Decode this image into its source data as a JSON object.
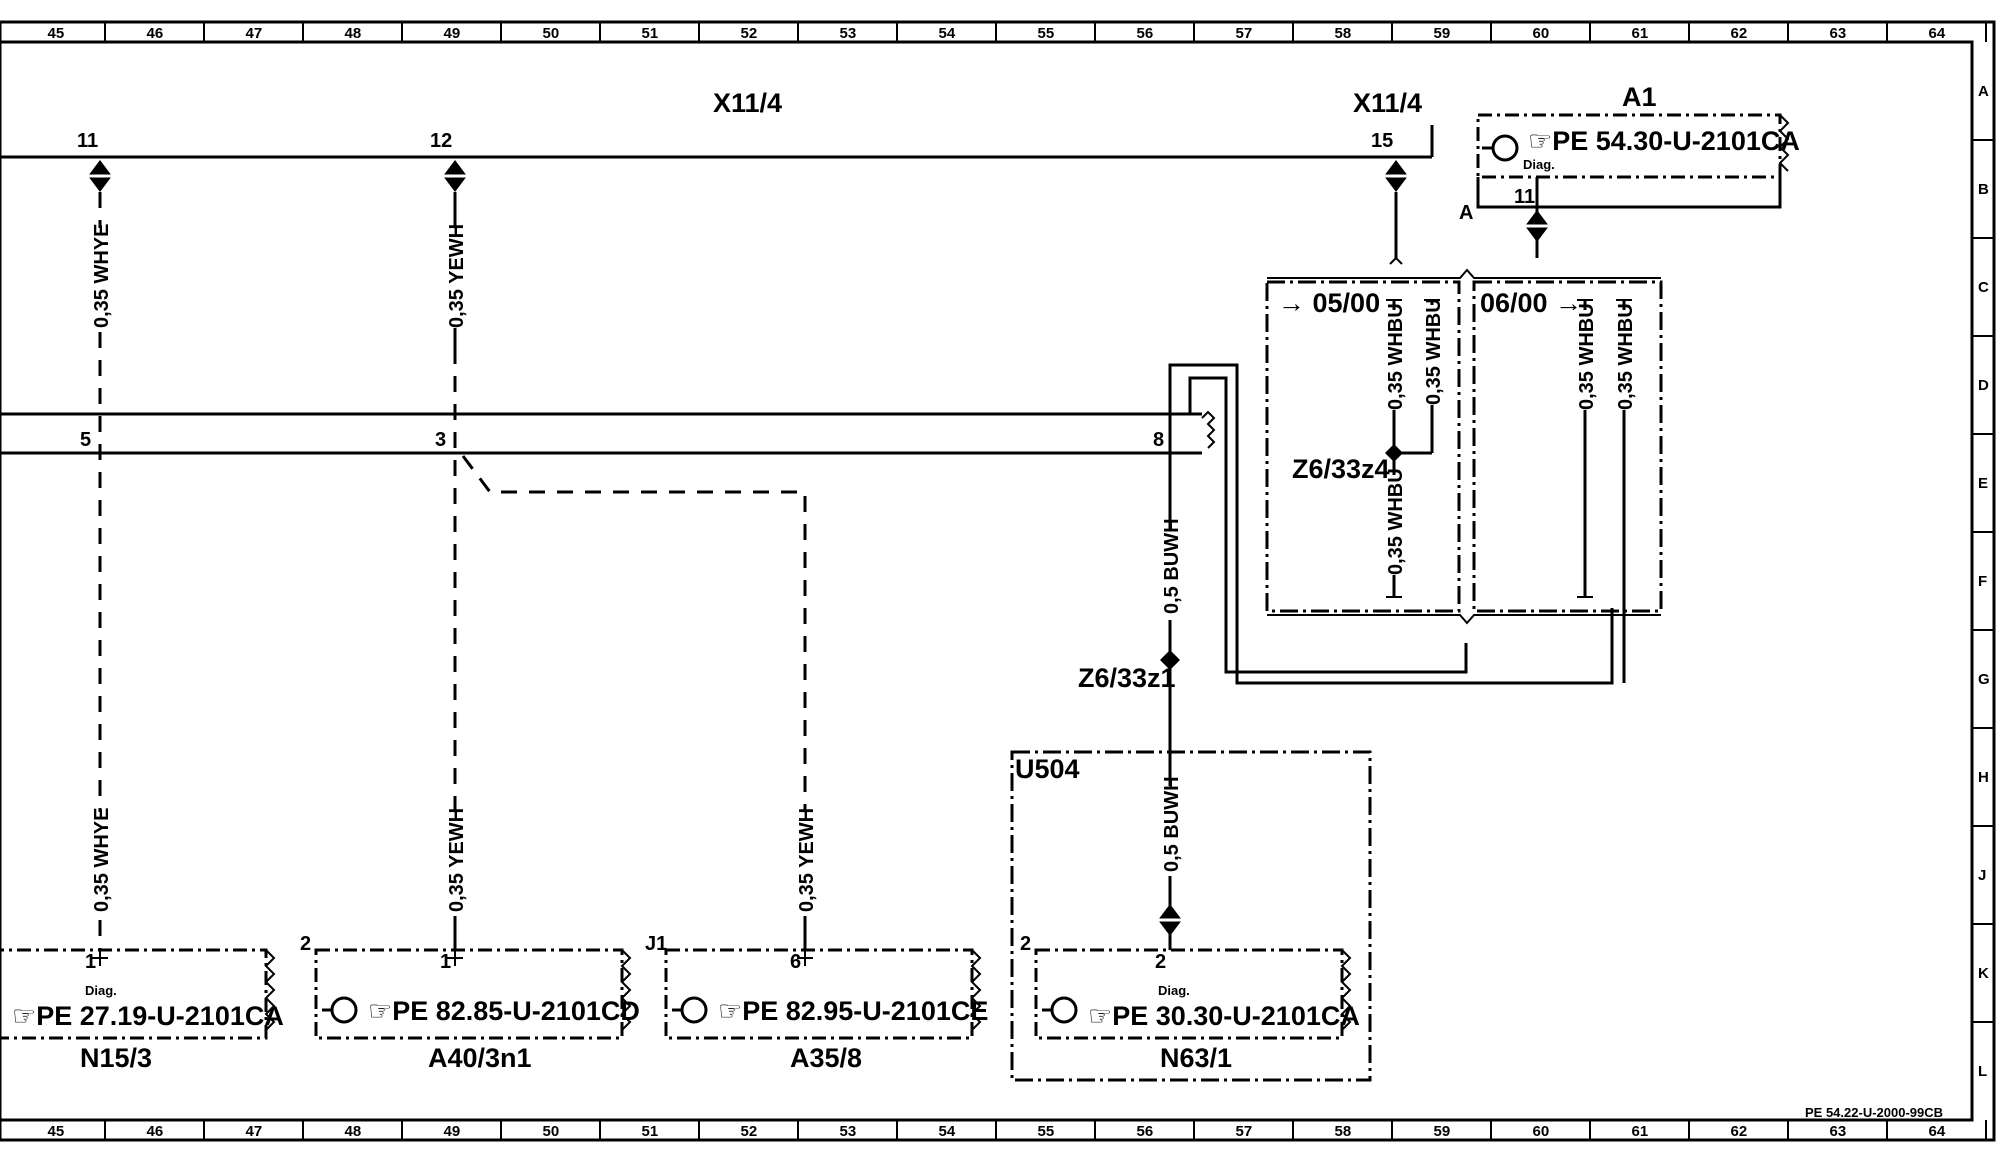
{
  "columns": [
    "45",
    "46",
    "47",
    "48",
    "49",
    "50",
    "51",
    "52",
    "53",
    "54",
    "55",
    "56",
    "57",
    "58",
    "59",
    "60",
    "61",
    "62",
    "63",
    "64"
  ],
  "rows": [
    "A",
    "B",
    "C",
    "D",
    "E",
    "F",
    "G",
    "H",
    "J",
    "K",
    "L"
  ],
  "footer_ref": "PE 54.22-U-2000-99CB",
  "connectors": {
    "x11_4_main": "X11/4",
    "x11_4_right": "X11/4",
    "pins": {
      "p11": "11",
      "p12": "12",
      "p15": "15",
      "p11a": "11",
      "p5": "5",
      "p3": "3",
      "p8": "8",
      "pA": "A"
    }
  },
  "wires": {
    "w1_top": "0,35 WHYE",
    "w1_bot": "0,35 WHYE",
    "w2_top": "0,35 YEWH",
    "w2_bot": "0,35 YEWH",
    "w3_bot": "0,35 YEWH",
    "w4_top": "0,5 BUWH",
    "w4_bot": "0,5 BUWH",
    "w5": "0,35 WHBU",
    "w6": "0,35 WHBU",
    "w7": "0,35 WHBU",
    "w8": "0,35 WHBU",
    "w9": "0,35 WHBU"
  },
  "splices": {
    "z1": "Z6/33z1",
    "z4": "Z6/33z4"
  },
  "variants": {
    "v1": "05/00",
    "v2": "06/00"
  },
  "modules": {
    "a1": {
      "name": "A1",
      "ref": "PE  54.30-U-2101CA",
      "pin": "11",
      "diag": "Diag."
    },
    "n15_3": {
      "name": "N15/3",
      "ref": "PE  27.19-U-2101CA",
      "pin": "1",
      "diag": "Diag."
    },
    "a40": {
      "name": "A40/3n1",
      "ref": "PE  82.85-U-2101CD",
      "pin": "1",
      "tag": "2"
    },
    "a35": {
      "name": "A35/8",
      "ref": "PE  82.95-U-2101CE",
      "pin": "6",
      "tag": "J1"
    },
    "n63": {
      "name": "N63/1",
      "ref": "PE  30.30-U-2101CA",
      "pin": "2",
      "tag": "2",
      "diag": "Diag."
    }
  },
  "group_u504": "U504"
}
